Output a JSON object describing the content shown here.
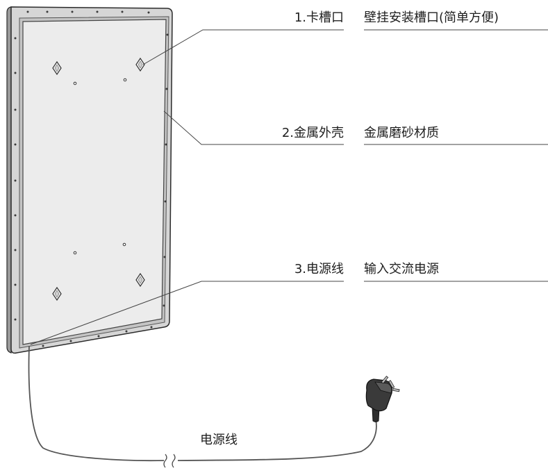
{
  "callouts": [
    {
      "label": "1.卡槽口",
      "description": "壁挂安装槽口(简单方便)"
    },
    {
      "label": "2.金属外壳",
      "description": "金属磨砂材质"
    },
    {
      "label": "3.电源线",
      "description": "输入交流电源"
    }
  ],
  "cable_label": "电源线",
  "colors": {
    "frame": "#d6d6d6",
    "panel": "#ececec",
    "outline": "#2b2b2b",
    "plug": "#3a3a3a",
    "text": "#1e1e1e"
  }
}
